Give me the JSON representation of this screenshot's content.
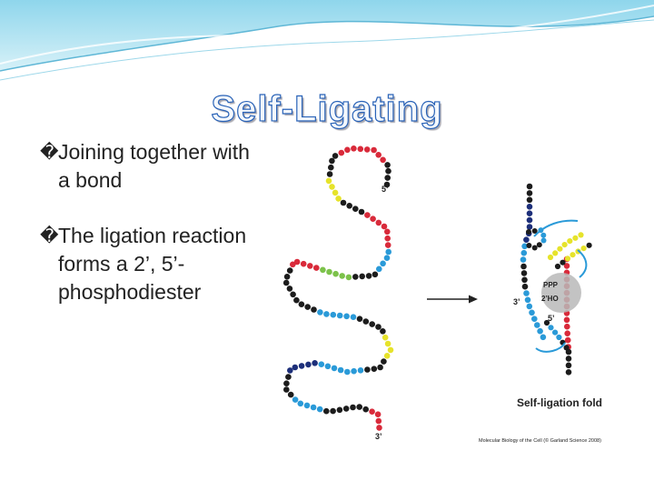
{
  "slide": {
    "title": "Self-Ligating"
  },
  "bullets": [
    {
      "icon": "bullet-glyph",
      "glyph": "�",
      "text": "Joining together with a bond"
    },
    {
      "icon": "bullet-glyph",
      "glyph": "�",
      "text": "The ligation reaction forms a 2’, 5’-phosphodiester"
    }
  ],
  "figure": {
    "label_5prime_left": "5’",
    "label_3prime_left": "3’",
    "label_3prime_right": "3’",
    "label_5prime_right": "5’",
    "label_ppp": "PPP",
    "label_2ho": "2’HO",
    "fold_caption": "Self-ligation fold",
    "credit": "Molecular Biology of the Cell (© Garland Science 2008)"
  },
  "colors": {
    "title_outline": "#2a63b8",
    "red": "#d92a3a",
    "blue": "#2a9ad8",
    "navy": "#1d2f7a",
    "black": "#1c1c1c",
    "yellow": "#e6e32a",
    "green": "#7cc24a"
  }
}
